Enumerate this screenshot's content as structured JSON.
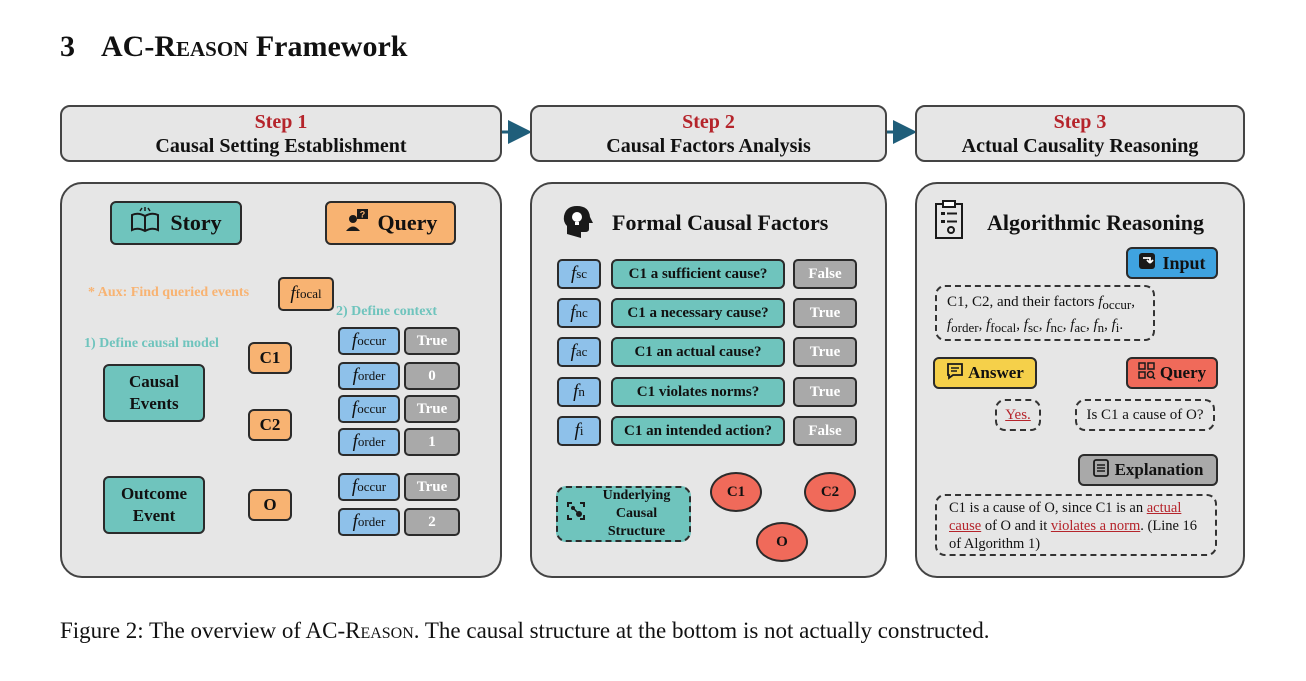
{
  "section": {
    "number": "3",
    "title_prefix": "AC-",
    "title_sc": "Reason",
    "title_suffix": " Framework"
  },
  "steps": [
    {
      "label": "Step 1",
      "title": "Causal Setting Establishment"
    },
    {
      "label": "Step 2",
      "title": "Causal Factors Analysis"
    },
    {
      "label": "Step 3",
      "title": "Actual Causality Reasoning"
    }
  ],
  "panel1": {
    "story": "Story",
    "query": "Query",
    "aux": "* Aux: Find queried events",
    "focal_base": "f",
    "focal_sub": "focal",
    "define_model": "1) Define causal model",
    "define_context": "2) Define context",
    "causal_events": "Causal Events",
    "outcome_event": "Outcome Event",
    "c1": "C1",
    "c2": "C2",
    "o": "O",
    "f_base": "f",
    "occur_sub": "occur",
    "order_sub": "order",
    "values": [
      "True",
      "0",
      "True",
      "1",
      "True",
      "2"
    ]
  },
  "panel2": {
    "title": "Formal Causal Factors",
    "factors": [
      {
        "sub": "sc",
        "question": "C1 a sufficient cause?",
        "value": "False"
      },
      {
        "sub": "nc",
        "question": "C1 a necessary cause?",
        "value": "True"
      },
      {
        "sub": "ac",
        "question": "C1 an actual cause?",
        "value": "True"
      },
      {
        "sub": "n",
        "question": "C1 violates norms?",
        "value": "True"
      },
      {
        "sub": "i",
        "question": "C1 an intended action?",
        "value": "False"
      }
    ],
    "f_base": "f",
    "underlying": "Underlying Causal Structure",
    "nodes": [
      "C1",
      "C2",
      "O"
    ]
  },
  "panel3": {
    "title": "Algorithmic Reasoning",
    "input": "Input",
    "input_text_1": "C1, C2, and their factors ",
    "input_text_2": ",",
    "input_text_3": ".",
    "answer": "Answer",
    "query": "Query",
    "yes": "Yes.",
    "query_text": "Is C1 a cause of O?",
    "explanation": "Explanation",
    "exp_1": "C1 is a cause of O, since C1 is an ",
    "exp_actual": "actual cause",
    "exp_2": " of O and it ",
    "exp_norm": "violates a norm",
    "exp_3": ". (Line 16 of Algorithm 1)"
  },
  "caption": {
    "prefix": "Figure 2: The overview of AC-",
    "sc": "Reason",
    "suffix": ". The causal structure at the bottom is not actually constructed."
  },
  "colors": {
    "teal": "#6fc4bd",
    "orange": "#f8b372",
    "blue": "#8ec1ea",
    "grey": "#a9a9a9",
    "red": "#f06a5a",
    "step_red": "#b5242b",
    "arrow": "#1f5e7a"
  }
}
